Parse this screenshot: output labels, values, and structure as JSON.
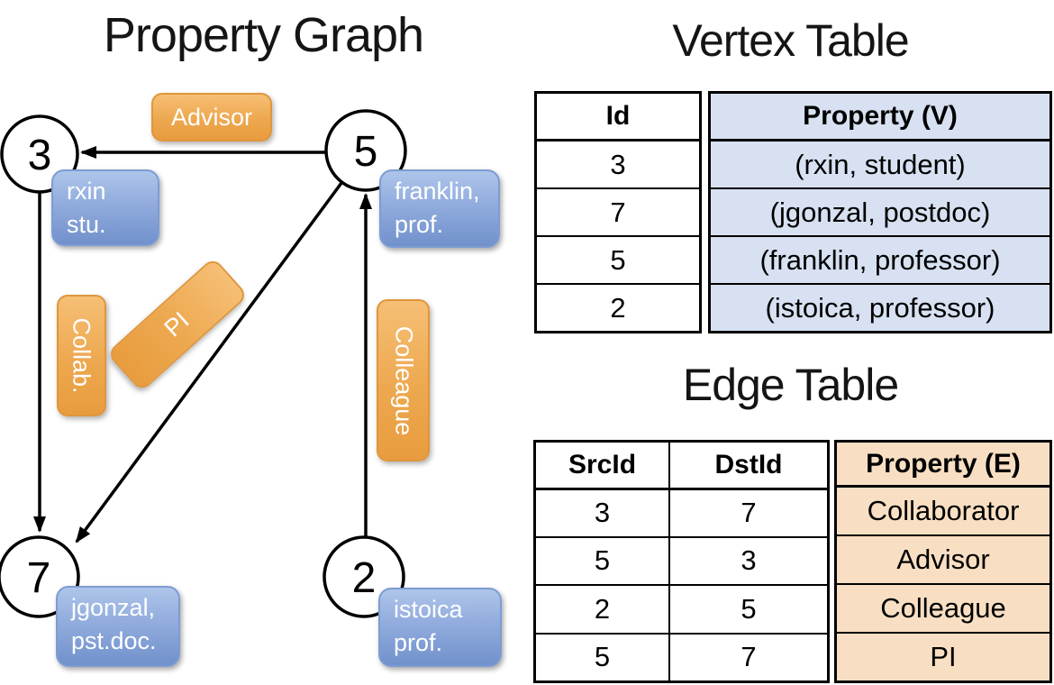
{
  "graph": {
    "title": "Property Graph",
    "nodes": [
      {
        "id": "3",
        "property_line1": "rxin",
        "property_line2": "stu."
      },
      {
        "id": "5",
        "property_line1": "franklin,",
        "property_line2": "prof."
      },
      {
        "id": "7",
        "property_line1": "jgonzal,",
        "property_line2": "pst.doc."
      },
      {
        "id": "2",
        "property_line1": "istoica",
        "property_line2": "prof."
      }
    ],
    "edges": [
      {
        "from": "5",
        "to": "3",
        "label": "Advisor"
      },
      {
        "from": "3",
        "to": "7",
        "label": "Collab."
      },
      {
        "from": "5",
        "to": "7",
        "label": "PI"
      },
      {
        "from": "2",
        "to": "5",
        "label": "Colleague"
      }
    ]
  },
  "vertex_table": {
    "title": "Vertex Table",
    "columns": {
      "id": "Id",
      "property": "Property (V)"
    },
    "rows": [
      {
        "id": "3",
        "property": "(rxin, student)"
      },
      {
        "id": "7",
        "property": "(jgonzal, postdoc)"
      },
      {
        "id": "5",
        "property": "(franklin, professor)"
      },
      {
        "id": "2",
        "property": "(istoica, professor)"
      }
    ]
  },
  "edge_table": {
    "title": "Edge Table",
    "columns": {
      "src": "SrcId",
      "dst": "DstId",
      "property": "Property (E)"
    },
    "rows": [
      {
        "src": "3",
        "dst": "7",
        "property": "Collaborator"
      },
      {
        "src": "5",
        "dst": "3",
        "property": "Advisor"
      },
      {
        "src": "2",
        "dst": "5",
        "property": "Colleague"
      },
      {
        "src": "5",
        "dst": "7",
        "property": "PI"
      }
    ]
  },
  "colors": {
    "background": "#ffffff",
    "node_fill": "#ffffff",
    "node_border": "#000000",
    "edge_stroke": "#000000",
    "vertex_box_gradient_top": "#aec5ea",
    "vertex_box_gradient_bottom": "#7191cc",
    "edge_box_gradient_top": "#f6bf75",
    "edge_box_gradient_bottom": "#e89c3e",
    "vertex_table_fill": "#d7e1f1",
    "edge_table_fill": "#f8dfc3"
  }
}
